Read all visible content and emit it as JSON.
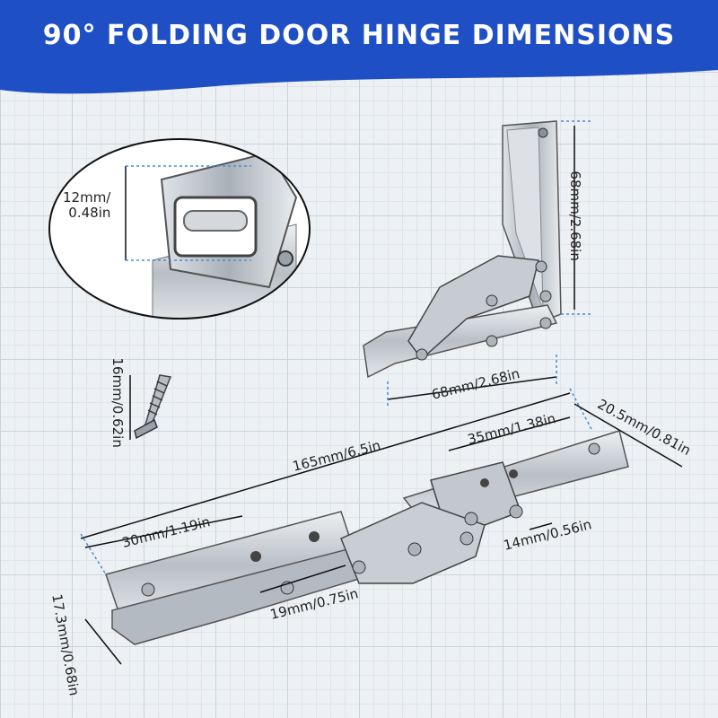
{
  "title": "90° FOLDING DOOR HINGE DIMENSIONS",
  "colors": {
    "banner": "#1f4fc4",
    "metal": "#c9ced4",
    "metal_dark": "#8a9199",
    "dim_line": "#4a8bd6"
  },
  "dimensions": {
    "flange_height": "12mm/\n0.48in",
    "folded_height": "68mm/2.68in",
    "folded_width": "68mm/2.68in",
    "screw_length": "16mm/0.62in",
    "total_length": "165mm/6.5in",
    "hole_spacing_right": "35mm/1.38in",
    "width_right": "20.5mm/0.81in",
    "hole_spacing_left": "30mm/1.19in",
    "pivot_offset_right": "14mm/0.56in",
    "pivot_offset_left": "19mm/0.75in",
    "width_left": "17.3mm/0.68in"
  }
}
